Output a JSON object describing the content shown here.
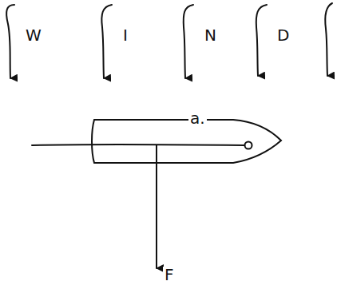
{
  "diagram": {
    "labels": [
      "W",
      "I",
      "N",
      "D",
      "a.",
      "F"
    ]
  }
}
